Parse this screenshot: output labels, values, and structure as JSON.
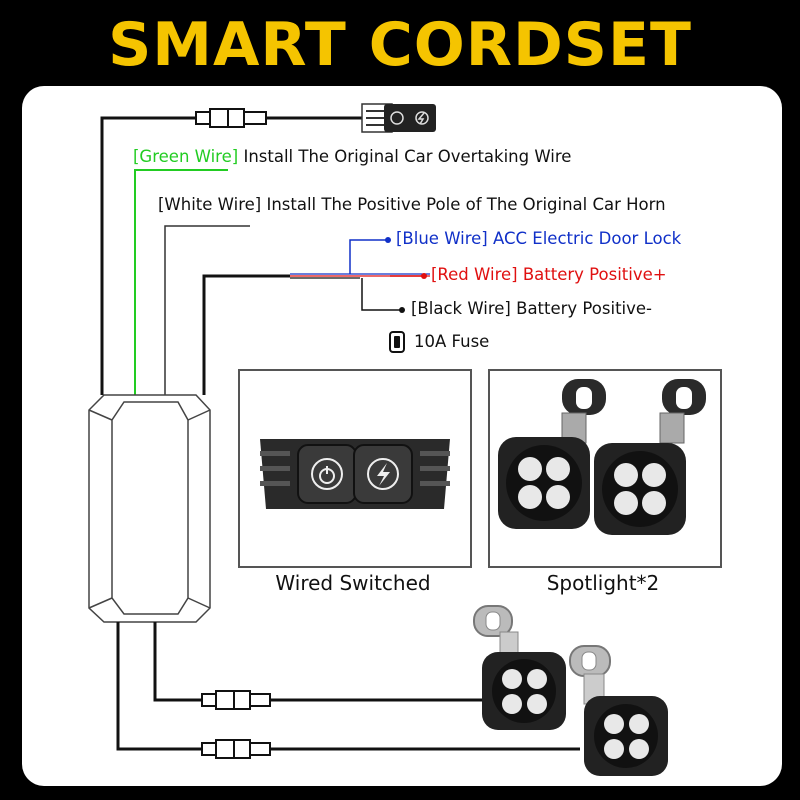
{
  "title": "SMART CORDSET",
  "wires": {
    "green": {
      "tag": "[Green Wire]",
      "text": " Install The Original Car Overtaking Wire",
      "color": "#22cc22"
    },
    "white": {
      "tag": "[White Wire]",
      "text": " Install The Positive Pole of The Original Car Horn"
    },
    "blue": {
      "tag": "[Blue Wire]",
      "text": " ACC Electric Door Lock",
      "color": "#1030c8"
    },
    "red": {
      "tag": "[Red Wire]",
      "text": " Battery Positive+",
      "color": "#e01010"
    },
    "black": {
      "tag": "[Black Wire]",
      "text": " Battery Positive-"
    },
    "fuse": {
      "text": "10A Fuse"
    }
  },
  "products": {
    "switch_caption": "Wired Switched",
    "spotlight_caption": "Spotlight*2"
  },
  "icons": [
    "power-icon",
    "lightning-icon",
    "fuse-icon",
    "connector-icon",
    "control-box-icon",
    "spotlight-icon"
  ]
}
